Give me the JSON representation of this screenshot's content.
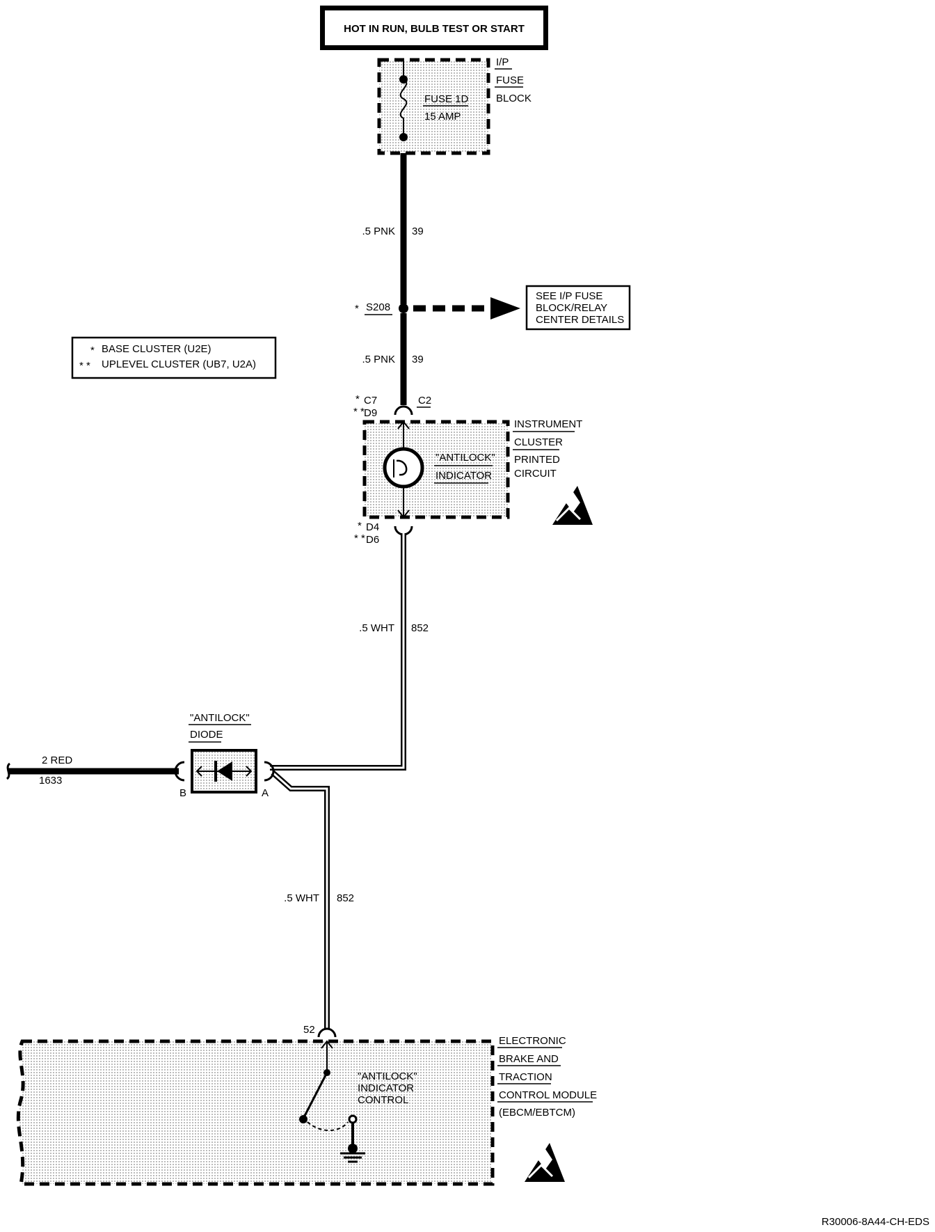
{
  "colors": {
    "ink": "#000000",
    "paper": "#ffffff",
    "stipple": "#b8b8b8"
  },
  "power_source": {
    "text": "HOT IN RUN, BULB TEST OR START"
  },
  "fuse_block": {
    "name_lines": [
      "I/P",
      "FUSE",
      "BLOCK"
    ],
    "fuse_name": "FUSE 1D",
    "fuse_rating": "15 AMP"
  },
  "wires": {
    "w1": {
      "gauge_color": ".5 PNK",
      "circuit": "39"
    },
    "w2": {
      "gauge_color": ".5 PNK",
      "circuit": "39"
    },
    "w3": {
      "gauge_color": ".5 WHT",
      "circuit": "852"
    },
    "w4": {
      "gauge_color": ".5 WHT",
      "circuit": "852"
    },
    "w5": {
      "gauge_color": "2 RED",
      "circuit": "1633"
    }
  },
  "splice": {
    "name": "S208",
    "marker": "*"
  },
  "see_box": {
    "lines": [
      "SEE I/P FUSE",
      "BLOCK/RELAY",
      "CENTER DETAILS"
    ]
  },
  "legend": {
    "rows": [
      {
        "marker": "*",
        "text": "BASE CLUSTER (U2E)"
      },
      {
        "marker": "* *",
        "text": "UPLEVEL CLUSTER (UB7, U2A)"
      }
    ]
  },
  "cluster": {
    "name_lines": [
      "INSTRUMENT",
      "CLUSTER",
      "PRINTED",
      "CIRCUIT"
    ],
    "indicator_lines": [
      "\"ANTILOCK\"",
      "INDICATOR"
    ],
    "connector": "C2",
    "top_pins": [
      {
        "marker": "*",
        "pin": "C7"
      },
      {
        "marker": "* *",
        "pin": "D9"
      }
    ],
    "bottom_pins": [
      {
        "marker": "*",
        "pin": "D4"
      },
      {
        "marker": "* *",
        "pin": "D6"
      }
    ]
  },
  "diode": {
    "name_lines": [
      "\"ANTILOCK\"",
      "DIODE"
    ],
    "pin_b": "B",
    "pin_a": "A"
  },
  "module": {
    "name_lines": [
      "ELECTRONIC",
      "BRAKE AND",
      "TRACTION",
      "CONTROL MODULE",
      "(EBCM/EBTCM)"
    ],
    "control_lines": [
      "\"ANTILOCK\"",
      "INDICATOR",
      "CONTROL"
    ],
    "pin": "52"
  },
  "footer": {
    "code": "R30006-8A44-CH-EDS"
  }
}
